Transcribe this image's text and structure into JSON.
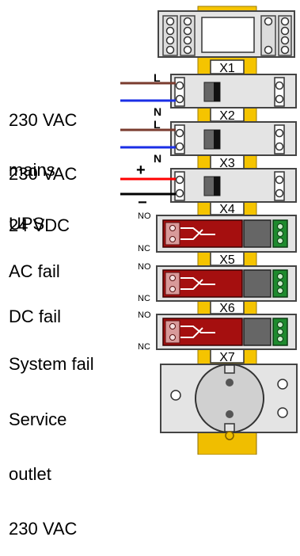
{
  "rows": [
    {
      "label_line1": "230 VAC",
      "label_line2": "mains",
      "tag": "X1",
      "pol_top": "L",
      "pol_bottom": "N"
    },
    {
      "label_line1": "230 VAC",
      "label_line2": "UPS",
      "tag": "X2",
      "pol_top": "L",
      "pol_bottom": "N"
    },
    {
      "label_line1": "24 VDC",
      "tag": "X3",
      "pol_top": "+",
      "pol_bottom": "−"
    },
    {
      "label_line1": "AC fail",
      "tag": "X4",
      "contact_top": "NO",
      "contact_bottom": "NC"
    },
    {
      "label_line1": "DC fail",
      "tag": "X5",
      "contact_top": "NO",
      "contact_bottom": "NC"
    },
    {
      "label_line1": "System fail",
      "tag": "X6",
      "contact_top": "NO",
      "contact_bottom": "NC"
    },
    {
      "label_line1": "Service",
      "label_line2": "outlet",
      "label_line3": "230 VAC",
      "tag": "X7"
    }
  ],
  "colors": {
    "din_rail": "#f5c400",
    "module_body": "#e4e4e4",
    "module_border": "#444444",
    "relay_red": "#a50f0f",
    "relay_green": "#1e8a2e",
    "wire_brown": "#7a3b2e",
    "wire_blue": "#1a2ee6",
    "wire_red": "#ff0000",
    "wire_black": "#000000"
  }
}
